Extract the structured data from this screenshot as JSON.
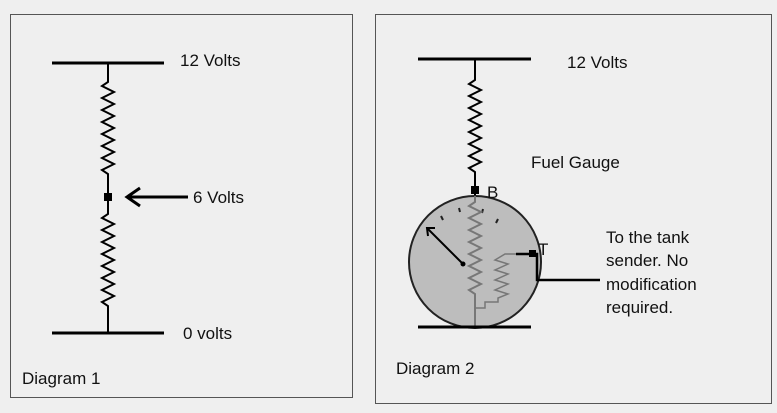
{
  "diagram1": {
    "top_label": "12 Volts",
    "mid_label": "6 Volts",
    "bottom_label": "0 volts",
    "caption": "Diagram 1"
  },
  "diagram2": {
    "top_label": "12 Volts",
    "gauge_label": "Fuel Gauge",
    "terminal_b": "B",
    "terminal_t": "T",
    "note_lines": [
      "To the tank",
      "sender. No",
      "modification",
      "required."
    ],
    "caption": "Diagram 2"
  },
  "colors": {
    "gauge_fill": "#bdbdbd",
    "inner_resistor": "#777777",
    "line": "#000000"
  }
}
